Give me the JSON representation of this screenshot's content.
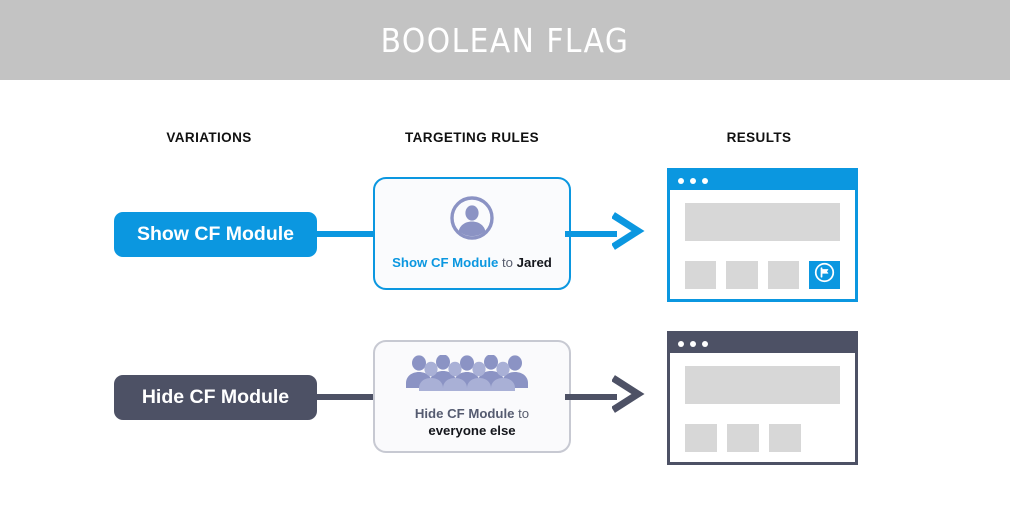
{
  "banner": {
    "title": "BOOLEAN FLAG",
    "background_color": "#c3c3c3",
    "text_color": "#ffffff"
  },
  "columns": [
    {
      "key": "variations",
      "label": "VARIATIONS"
    },
    {
      "key": "targeting_rules",
      "label": "TARGETING RULES"
    },
    {
      "key": "results",
      "label": "RESULTS"
    }
  ],
  "colors": {
    "accent_blue": "#0b97e0",
    "slate": "#4d5165",
    "icon_periwinkle": "#8b93c4",
    "placeholder_gray": "#d7d7d7",
    "card_border_gray": "#c7c9d2",
    "card_fill": "#fafbfd"
  },
  "rows": [
    {
      "id": "show",
      "variation": {
        "label": "Show CF Module",
        "pill_color": "#0b97e0",
        "text_color": "#ffffff"
      },
      "connector_color": "#0b97e0",
      "targeting_rule": {
        "icon": "single-user-icon",
        "border_color": "#0b97e0",
        "text_line1_part1": "Show CF Module",
        "text_line1_part2": " to ",
        "text_line1_part3": "Jared",
        "text_line2": ""
      },
      "arrow": {
        "name": "arrow-right-icon",
        "color": "#0b97e0"
      },
      "result": {
        "window_name": "browser-window-with-cf-module",
        "frame_color": "#0b97e0",
        "titlebar_color": "#0b97e0",
        "dot_count": 3,
        "tiles": [
          {
            "state": "placeholder"
          },
          {
            "state": "placeholder"
          },
          {
            "state": "placeholder"
          },
          {
            "state": "cf-module",
            "icon": "cf-module-flag-icon",
            "color": "#0b97e0"
          }
        ]
      }
    },
    {
      "id": "hide",
      "variation": {
        "label": "Hide CF Module",
        "pill_color": "#4d5165",
        "text_color": "#ffffff"
      },
      "connector_color": "#4d5165",
      "targeting_rule": {
        "icon": "crowd-of-people-icon",
        "border_color": "#c7c9d2",
        "text_line1_part1": "Hide CF Module",
        "text_line1_part2": " to",
        "text_line1_part3": "",
        "text_line2": "everyone else"
      },
      "arrow": {
        "name": "arrow-right-icon",
        "color": "#4d5165"
      },
      "result": {
        "window_name": "browser-window-without-cf-module",
        "frame_color": "#4d5165",
        "titlebar_color": "#4d5165",
        "dot_count": 3,
        "tiles": [
          {
            "state": "placeholder"
          },
          {
            "state": "placeholder"
          },
          {
            "state": "placeholder"
          }
        ]
      }
    }
  ]
}
